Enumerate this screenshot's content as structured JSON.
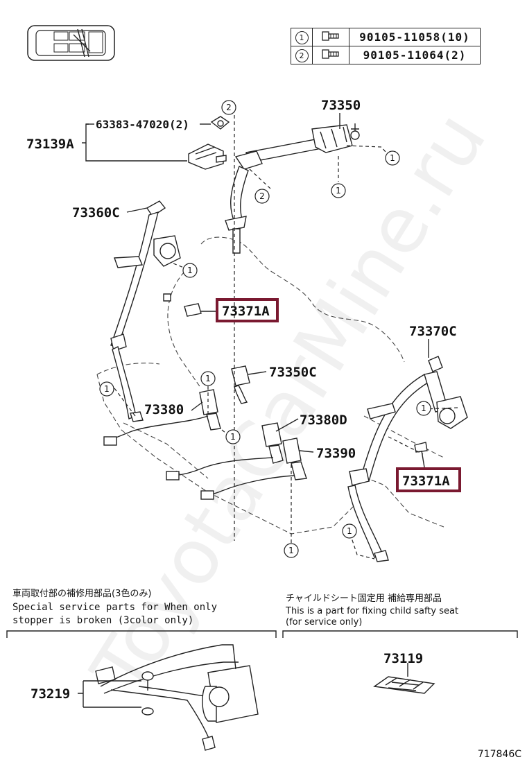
{
  "legend": {
    "rows": [
      {
        "num": "1",
        "part": "90105-11058(10)"
      },
      {
        "num": "2",
        "part": "90105-11064(2)"
      }
    ]
  },
  "labels": {
    "p73350": "73350",
    "p63383": "63383-47020(2)",
    "p73139A": "73139A",
    "p73360C": "73360C",
    "p73371A_top": "73371A",
    "p73370C": "73370C",
    "p73350C": "73350C",
    "p73380": "73380",
    "p73380D": "73380D",
    "p73390": "73390",
    "p73371A_bottom": "73371A",
    "p73219": "73219",
    "p73119": "73119"
  },
  "callouts": {
    "one": "1",
    "two": "2"
  },
  "notes": {
    "left_jp": "車両取付部の補修用部品(3色のみ)",
    "left_en": "Special  service  parts  for  When  only  stopper  is  broken  (3color  only)",
    "right_jp": "チャイルドシート固定用  補給専用部品",
    "right_en1": "This is a part for fixing child safty seat",
    "right_en2": "(for service only)"
  },
  "diagram_code": "717846C",
  "watermark": "ToyotaCarMine.ru",
  "colors": {
    "highlight": "#7a1930"
  }
}
